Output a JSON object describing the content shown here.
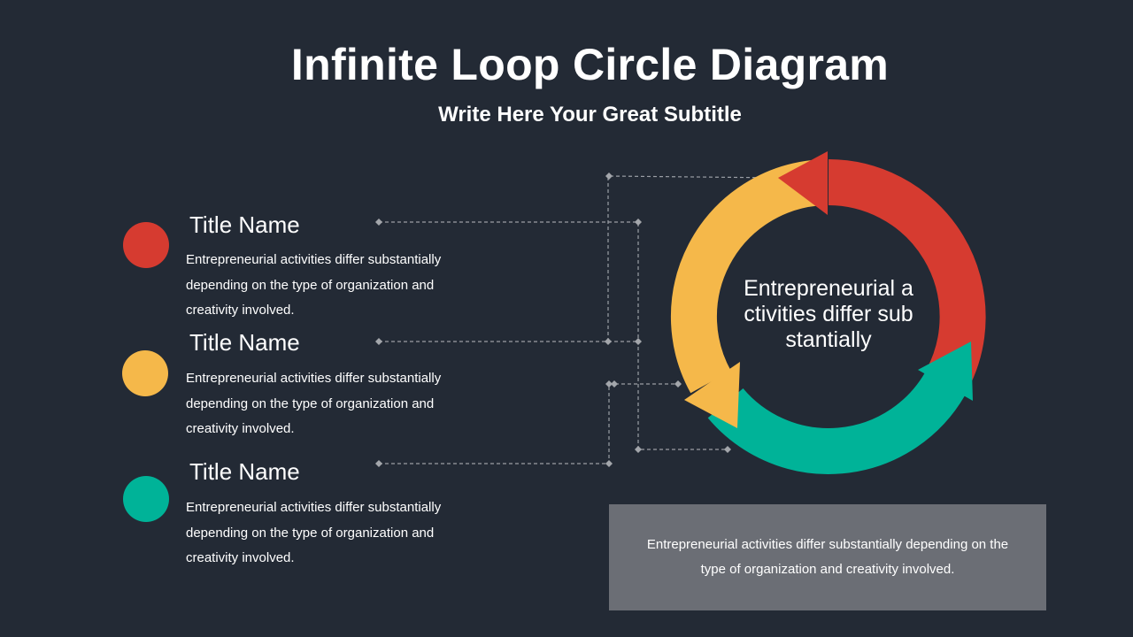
{
  "header": {
    "title": "Infinite Loop Circle Diagram",
    "subtitle": "Write Here Your Great Subtitle"
  },
  "colors": {
    "background": "#232a35",
    "red": "#d63b30",
    "yellow": "#f5b84a",
    "green": "#00b398",
    "note_box": "#6b6e75",
    "connector": "#9a9ea5"
  },
  "items": [
    {
      "title": "Title Name",
      "description": "Entrepreneurial activities differ substantially depending on the type of organization and creativity involved.",
      "color": "#d63b30"
    },
    {
      "title": "Title Name",
      "description": "Entrepreneurial activities differ substantially depending on the type of organization and creativity involved.",
      "color": "#f5b84a"
    },
    {
      "title": "Title Name",
      "description": "Entrepreneurial activities differ substantially depending on the type of organization and creativity involved.",
      "color": "#00b398"
    }
  ],
  "loop": {
    "center_text": "Entrepreneurial activities differ substantially"
  },
  "note": {
    "text": "Entrepreneurial activities differ substantially depending on the type of organization and creativity involved."
  }
}
